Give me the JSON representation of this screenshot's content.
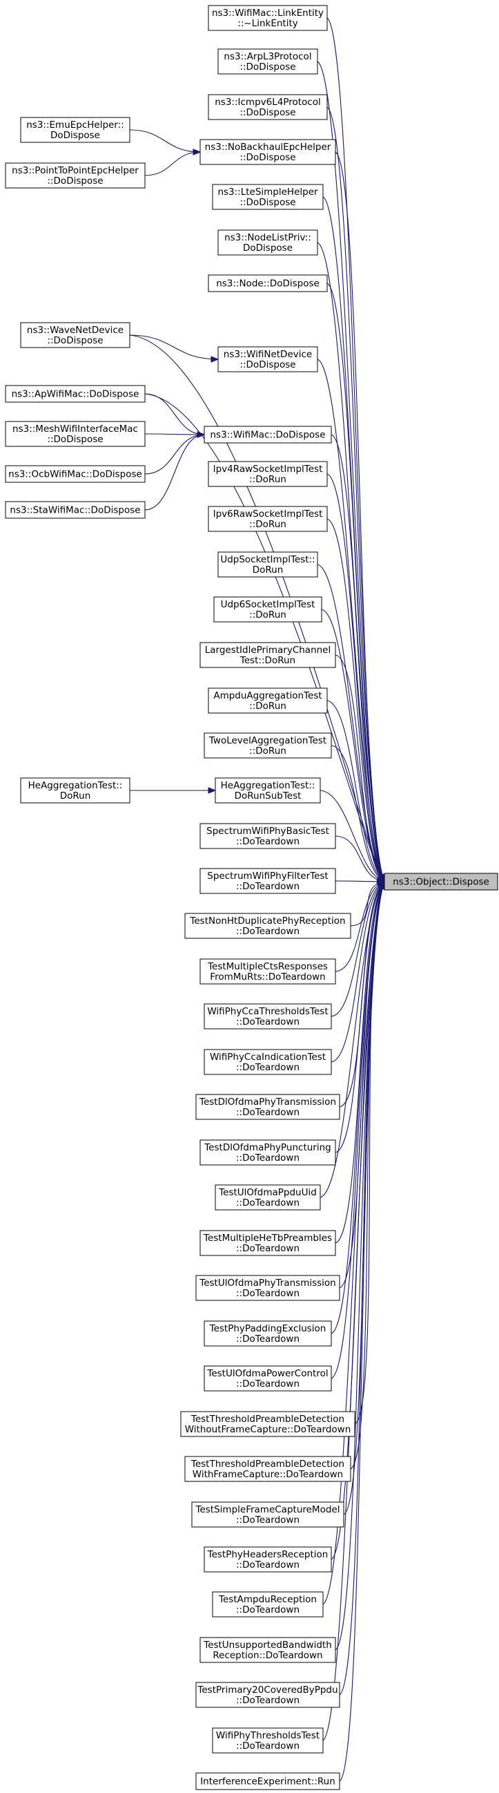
{
  "graph": {
    "target": {
      "id": "dispose",
      "lines": [
        "ns3::Object::Dispose"
      ]
    },
    "nodes": [
      {
        "id": "linkentity",
        "lines": [
          "ns3::WifiMac::LinkEntity",
          "::~LinkEntity"
        ]
      },
      {
        "id": "arpl3",
        "lines": [
          "ns3::ArpL3Protocol",
          "::DoDispose"
        ]
      },
      {
        "id": "icmpv6",
        "lines": [
          "ns3::Icmpv6L4Protocol",
          "::DoDispose"
        ]
      },
      {
        "id": "nobackhaul",
        "lines": [
          "ns3::NoBackhaulEpcHelper",
          "::DoDispose"
        ]
      },
      {
        "id": "emuepc",
        "lines": [
          "ns3::EmuEpcHelper::",
          "DoDispose"
        ]
      },
      {
        "id": "p2pepc",
        "lines": [
          "ns3::PointToPointEpcHelper",
          "::DoDispose"
        ]
      },
      {
        "id": "ltesimple",
        "lines": [
          "ns3::LteSimpleHelper",
          "::DoDispose"
        ]
      },
      {
        "id": "nodelistpriv",
        "lines": [
          "ns3::NodeListPriv::",
          "DoDispose"
        ]
      },
      {
        "id": "node",
        "lines": [
          "ns3::Node::DoDispose"
        ]
      },
      {
        "id": "wavenet",
        "lines": [
          "ns3::WaveNetDevice",
          "::DoDispose"
        ]
      },
      {
        "id": "wifinet",
        "lines": [
          "ns3::WifiNetDevice",
          "::DoDispose"
        ]
      },
      {
        "id": "apwifimac",
        "lines": [
          "ns3::ApWifiMac::DoDispose"
        ]
      },
      {
        "id": "meshwifi",
        "lines": [
          "ns3::MeshWifiInterfaceMac",
          "::DoDispose"
        ]
      },
      {
        "id": "wifimac",
        "lines": [
          "ns3::WifiMac::DoDispose"
        ]
      },
      {
        "id": "ocbwifimac",
        "lines": [
          "ns3::OcbWifiMac::DoDispose"
        ]
      },
      {
        "id": "stawifimac",
        "lines": [
          "ns3::StaWifiMac::DoDispose"
        ]
      },
      {
        "id": "ipv4raw",
        "lines": [
          "Ipv4RawSocketImplTest",
          "::DoRun"
        ]
      },
      {
        "id": "ipv6raw",
        "lines": [
          "Ipv6RawSocketImplTest",
          "::DoRun"
        ]
      },
      {
        "id": "udpsocket",
        "lines": [
          "UdpSocketImplTest::",
          "DoRun"
        ]
      },
      {
        "id": "udp6socket",
        "lines": [
          "Udp6SocketImplTest",
          "::DoRun"
        ]
      },
      {
        "id": "largestidle",
        "lines": [
          "LargestIdlePrimaryChannel",
          "Test::DoRun"
        ]
      },
      {
        "id": "ampduagg",
        "lines": [
          "AmpduAggregationTest",
          "::DoRun"
        ]
      },
      {
        "id": "twolevelagg",
        "lines": [
          "TwoLevelAggregationTest",
          "::DoRun"
        ]
      },
      {
        "id": "heaggsub",
        "lines": [
          "HeAggregationTest::",
          "DoRunSubTest"
        ]
      },
      {
        "id": "heagg",
        "lines": [
          "HeAggregationTest::",
          "DoRun"
        ]
      },
      {
        "id": "specbasic",
        "lines": [
          "SpectrumWifiPhyBasicTest",
          "::DoTeardown"
        ]
      },
      {
        "id": "specfilter",
        "lines": [
          "SpectrumWifiPhyFilterTest",
          "::DoTeardown"
        ]
      },
      {
        "id": "nonhtdup",
        "lines": [
          "TestNonHtDuplicatePhyReception",
          "::DoTeardown"
        ]
      },
      {
        "id": "multicts",
        "lines": [
          "TestMultipleCtsResponses",
          "FromMuRts::DoTeardown"
        ]
      },
      {
        "id": "ccathresh",
        "lines": [
          "WifiPhyCcaThresholdsTest",
          "::DoTeardown"
        ]
      },
      {
        "id": "ccaind",
        "lines": [
          "WifiPhyCcaIndicationTest",
          "::DoTeardown"
        ]
      },
      {
        "id": "dlofdmatx",
        "lines": [
          "TestDlOfdmaPhyTransmission",
          "::DoTeardown"
        ]
      },
      {
        "id": "dlofdmapunct",
        "lines": [
          "TestDlOfdmaPhyPuncturing",
          "::DoTeardown"
        ]
      },
      {
        "id": "ulofdmauid",
        "lines": [
          "TestUlOfdmaPpduUid",
          "::DoTeardown"
        ]
      },
      {
        "id": "multihetb",
        "lines": [
          "TestMultipleHeTbPreambles",
          "::DoTeardown"
        ]
      },
      {
        "id": "ulofdmatx",
        "lines": [
          "TestUlOfdmaPhyTransmission",
          "::DoTeardown"
        ]
      },
      {
        "id": "phypadding",
        "lines": [
          "TestPhyPaddingExclusion",
          "::DoTeardown"
        ]
      },
      {
        "id": "ulofdmapower",
        "lines": [
          "TestUlOfdmaPowerControl",
          "::DoTeardown"
        ]
      },
      {
        "id": "threshwithout",
        "lines": [
          "TestThresholdPreambleDetection",
          "WithoutFrameCapture::DoTeardown"
        ]
      },
      {
        "id": "threshwith",
        "lines": [
          "TestThresholdPreambleDetection",
          "WithFrameCapture::DoTeardown"
        ]
      },
      {
        "id": "simplecapture",
        "lines": [
          "TestSimpleFrameCaptureModel",
          "::DoTeardown"
        ]
      },
      {
        "id": "phyheaders",
        "lines": [
          "TestPhyHeadersReception",
          "::DoTeardown"
        ]
      },
      {
        "id": "ampdurecep",
        "lines": [
          "TestAmpduReception",
          "::DoTeardown"
        ]
      },
      {
        "id": "unsupbw",
        "lines": [
          "TestUnsupportedBandwidth",
          "Reception::DoTeardown"
        ]
      },
      {
        "id": "primary20",
        "lines": [
          "TestPrimary20CoveredByPpdu",
          "::DoTeardown"
        ]
      },
      {
        "id": "phythresh",
        "lines": [
          "WifiPhyThresholdsTest",
          "::DoTeardown"
        ]
      },
      {
        "id": "interference",
        "lines": [
          "InterferenceExperiment::Run"
        ]
      }
    ],
    "edges": [
      {
        "from": "emuepc",
        "to": "nobackhaul"
      },
      {
        "from": "p2pepc",
        "to": "nobackhaul"
      },
      {
        "from": "wavenet",
        "to": "wifinet"
      },
      {
        "from": "apwifimac",
        "to": "wifimac"
      },
      {
        "from": "meshwifi",
        "to": "wifimac"
      },
      {
        "from": "ocbwifimac",
        "to": "wifimac"
      },
      {
        "from": "stawifimac",
        "to": "wifimac"
      },
      {
        "from": "heagg",
        "to": "heaggsub"
      },
      {
        "from": "linkentity",
        "to": "dispose"
      },
      {
        "from": "arpl3",
        "to": "dispose"
      },
      {
        "from": "icmpv6",
        "to": "dispose"
      },
      {
        "from": "nobackhaul",
        "to": "dispose"
      },
      {
        "from": "ltesimple",
        "to": "dispose"
      },
      {
        "from": "nodelistpriv",
        "to": "dispose"
      },
      {
        "from": "node",
        "to": "dispose"
      },
      {
        "from": "wavenet",
        "to": "dispose"
      },
      {
        "from": "wifinet",
        "to": "dispose"
      },
      {
        "from": "apwifimac",
        "to": "dispose"
      },
      {
        "from": "wifimac",
        "to": "dispose"
      },
      {
        "from": "ipv4raw",
        "to": "dispose"
      },
      {
        "from": "ipv6raw",
        "to": "dispose"
      },
      {
        "from": "udpsocket",
        "to": "dispose"
      },
      {
        "from": "udp6socket",
        "to": "dispose"
      },
      {
        "from": "largestidle",
        "to": "dispose"
      },
      {
        "from": "ampduagg",
        "to": "dispose"
      },
      {
        "from": "twolevelagg",
        "to": "dispose"
      },
      {
        "from": "heaggsub",
        "to": "dispose"
      },
      {
        "from": "specbasic",
        "to": "dispose"
      },
      {
        "from": "specfilter",
        "to": "dispose"
      },
      {
        "from": "nonhtdup",
        "to": "dispose"
      },
      {
        "from": "multicts",
        "to": "dispose"
      },
      {
        "from": "ccathresh",
        "to": "dispose"
      },
      {
        "from": "ccaind",
        "to": "dispose"
      },
      {
        "from": "dlofdmatx",
        "to": "dispose"
      },
      {
        "from": "dlofdmapunct",
        "to": "dispose"
      },
      {
        "from": "ulofdmauid",
        "to": "dispose"
      },
      {
        "from": "multihetb",
        "to": "dispose"
      },
      {
        "from": "ulofdmatx",
        "to": "dispose"
      },
      {
        "from": "phypadding",
        "to": "dispose"
      },
      {
        "from": "ulofdmapower",
        "to": "dispose"
      },
      {
        "from": "threshwithout",
        "to": "dispose"
      },
      {
        "from": "threshwith",
        "to": "dispose"
      },
      {
        "from": "simplecapture",
        "to": "dispose"
      },
      {
        "from": "phyheaders",
        "to": "dispose"
      },
      {
        "from": "ampdurecep",
        "to": "dispose"
      },
      {
        "from": "unsupbw",
        "to": "dispose"
      },
      {
        "from": "primary20",
        "to": "dispose"
      },
      {
        "from": "phythresh",
        "to": "dispose"
      },
      {
        "from": "interference",
        "to": "dispose"
      }
    ],
    "colors": {
      "edge": "#191970",
      "node_border": "#000000",
      "target_fill": "#bfbfbf"
    }
  }
}
